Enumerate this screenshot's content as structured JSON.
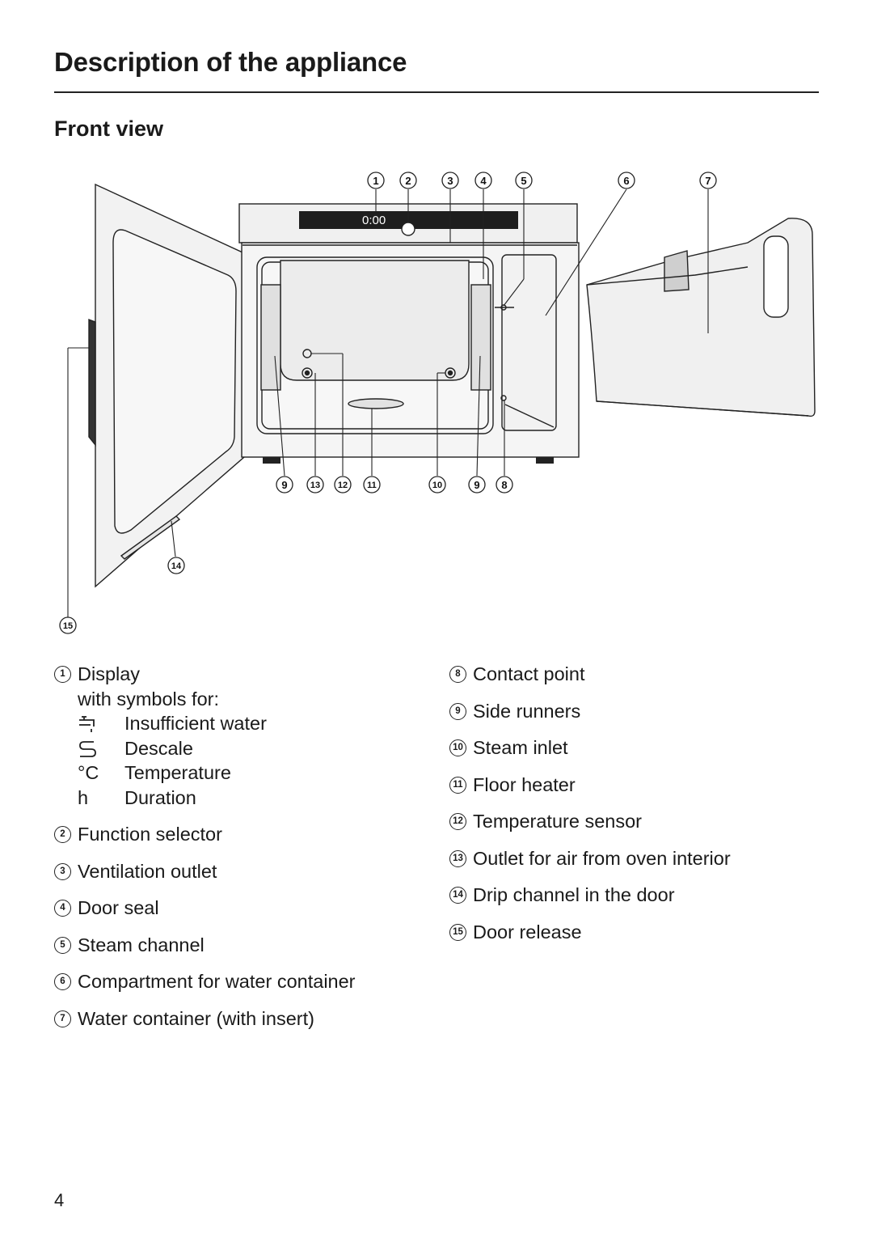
{
  "header": {
    "title": "Description of the appliance",
    "subtitle": "Front view"
  },
  "figure": {
    "display_readout": "0:00",
    "callouts_top": [
      "1",
      "2",
      "3",
      "4",
      "5",
      "6",
      "7"
    ],
    "callouts_bottom": [
      "9",
      "13",
      "12",
      "11",
      "10",
      "9",
      "8"
    ],
    "callout_drip": "14",
    "callout_release": "15"
  },
  "legend_left": {
    "items": [
      {
        "num": "1",
        "label": "Display"
      },
      {
        "num": "2",
        "label": "Function selector"
      },
      {
        "num": "3",
        "label": "Ventilation outlet"
      },
      {
        "num": "4",
        "label": "Door seal"
      },
      {
        "num": "5",
        "label": "Steam channel"
      },
      {
        "num": "6",
        "label": "Compartment for water container"
      },
      {
        "num": "7",
        "label": "Water container (with insert)"
      }
    ],
    "display_sub": "with symbols for:",
    "symbols": [
      {
        "icon": "tap-icon",
        "glyph": "",
        "label": "Insufficient water"
      },
      {
        "icon": "descale-icon",
        "glyph": "",
        "label": "Descale"
      },
      {
        "icon": "temperature-symbol",
        "glyph": "°C",
        "label": "Temperature"
      },
      {
        "icon": "duration-symbol",
        "glyph": "h",
        "label": "Duration"
      }
    ]
  },
  "legend_right": {
    "items": [
      {
        "num": "8",
        "label": "Contact point"
      },
      {
        "num": "9",
        "label": "Side runners"
      },
      {
        "num": "10",
        "label": "Steam inlet"
      },
      {
        "num": "11",
        "label": "Floor heater"
      },
      {
        "num": "12",
        "label": "Temperature sensor"
      },
      {
        "num": "13",
        "label": "Outlet for air from oven interior"
      },
      {
        "num": "14",
        "label": "Drip channel in the door"
      },
      {
        "num": "15",
        "label": "Door release"
      }
    ]
  },
  "footer": {
    "page_number": "4"
  }
}
